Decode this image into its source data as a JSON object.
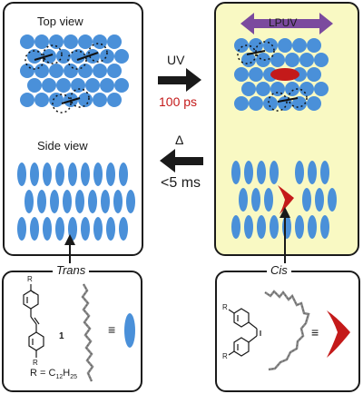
{
  "left_panel": {
    "top_label": "Top view",
    "side_label": "Side view"
  },
  "right_panel": {
    "lpuv_label": "LPUV"
  },
  "middle": {
    "uv_label": "UV",
    "uv_time": "100 ps",
    "delta_label": "Δ",
    "delta_time": "<5 ms"
  },
  "trans_panel": {
    "title": "Trans",
    "compound_number": "1",
    "r_label": "R",
    "r_formula_prefix": "R = C",
    "r_formula_sub1": "12",
    "r_formula_mid": "H",
    "r_formula_sub2": "25",
    "equiv": "≡"
  },
  "cis_panel": {
    "title": "Cis",
    "r_label": "R",
    "equiv": "≡"
  },
  "colors": {
    "molecule_blue": "#4a90d9",
    "cis_red": "#c41a1a",
    "uv_time_red": "#c41a1a",
    "lpuv_purple": "#7b4a9e",
    "right_panel_bg": "#f9f9c3"
  }
}
